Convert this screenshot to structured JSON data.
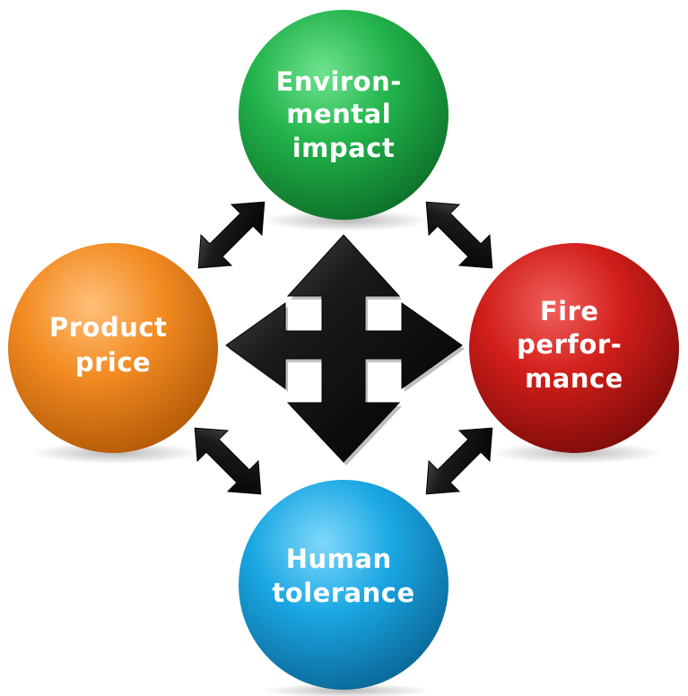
{
  "nodes": {
    "environmental": {
      "lines": [
        "Environ-",
        "mental",
        "impact"
      ],
      "color": "#1fb14a"
    },
    "fire": {
      "lines": [
        "Fire",
        "perfor-",
        "mance"
      ],
      "color": "#d51f1b"
    },
    "human": {
      "lines": [
        "Human",
        "tolerance"
      ],
      "color": "#18a9e4"
    },
    "price": {
      "lines": [
        "Product",
        "price"
      ],
      "color": "#f28c23"
    }
  },
  "arrow_color": "#111111"
}
